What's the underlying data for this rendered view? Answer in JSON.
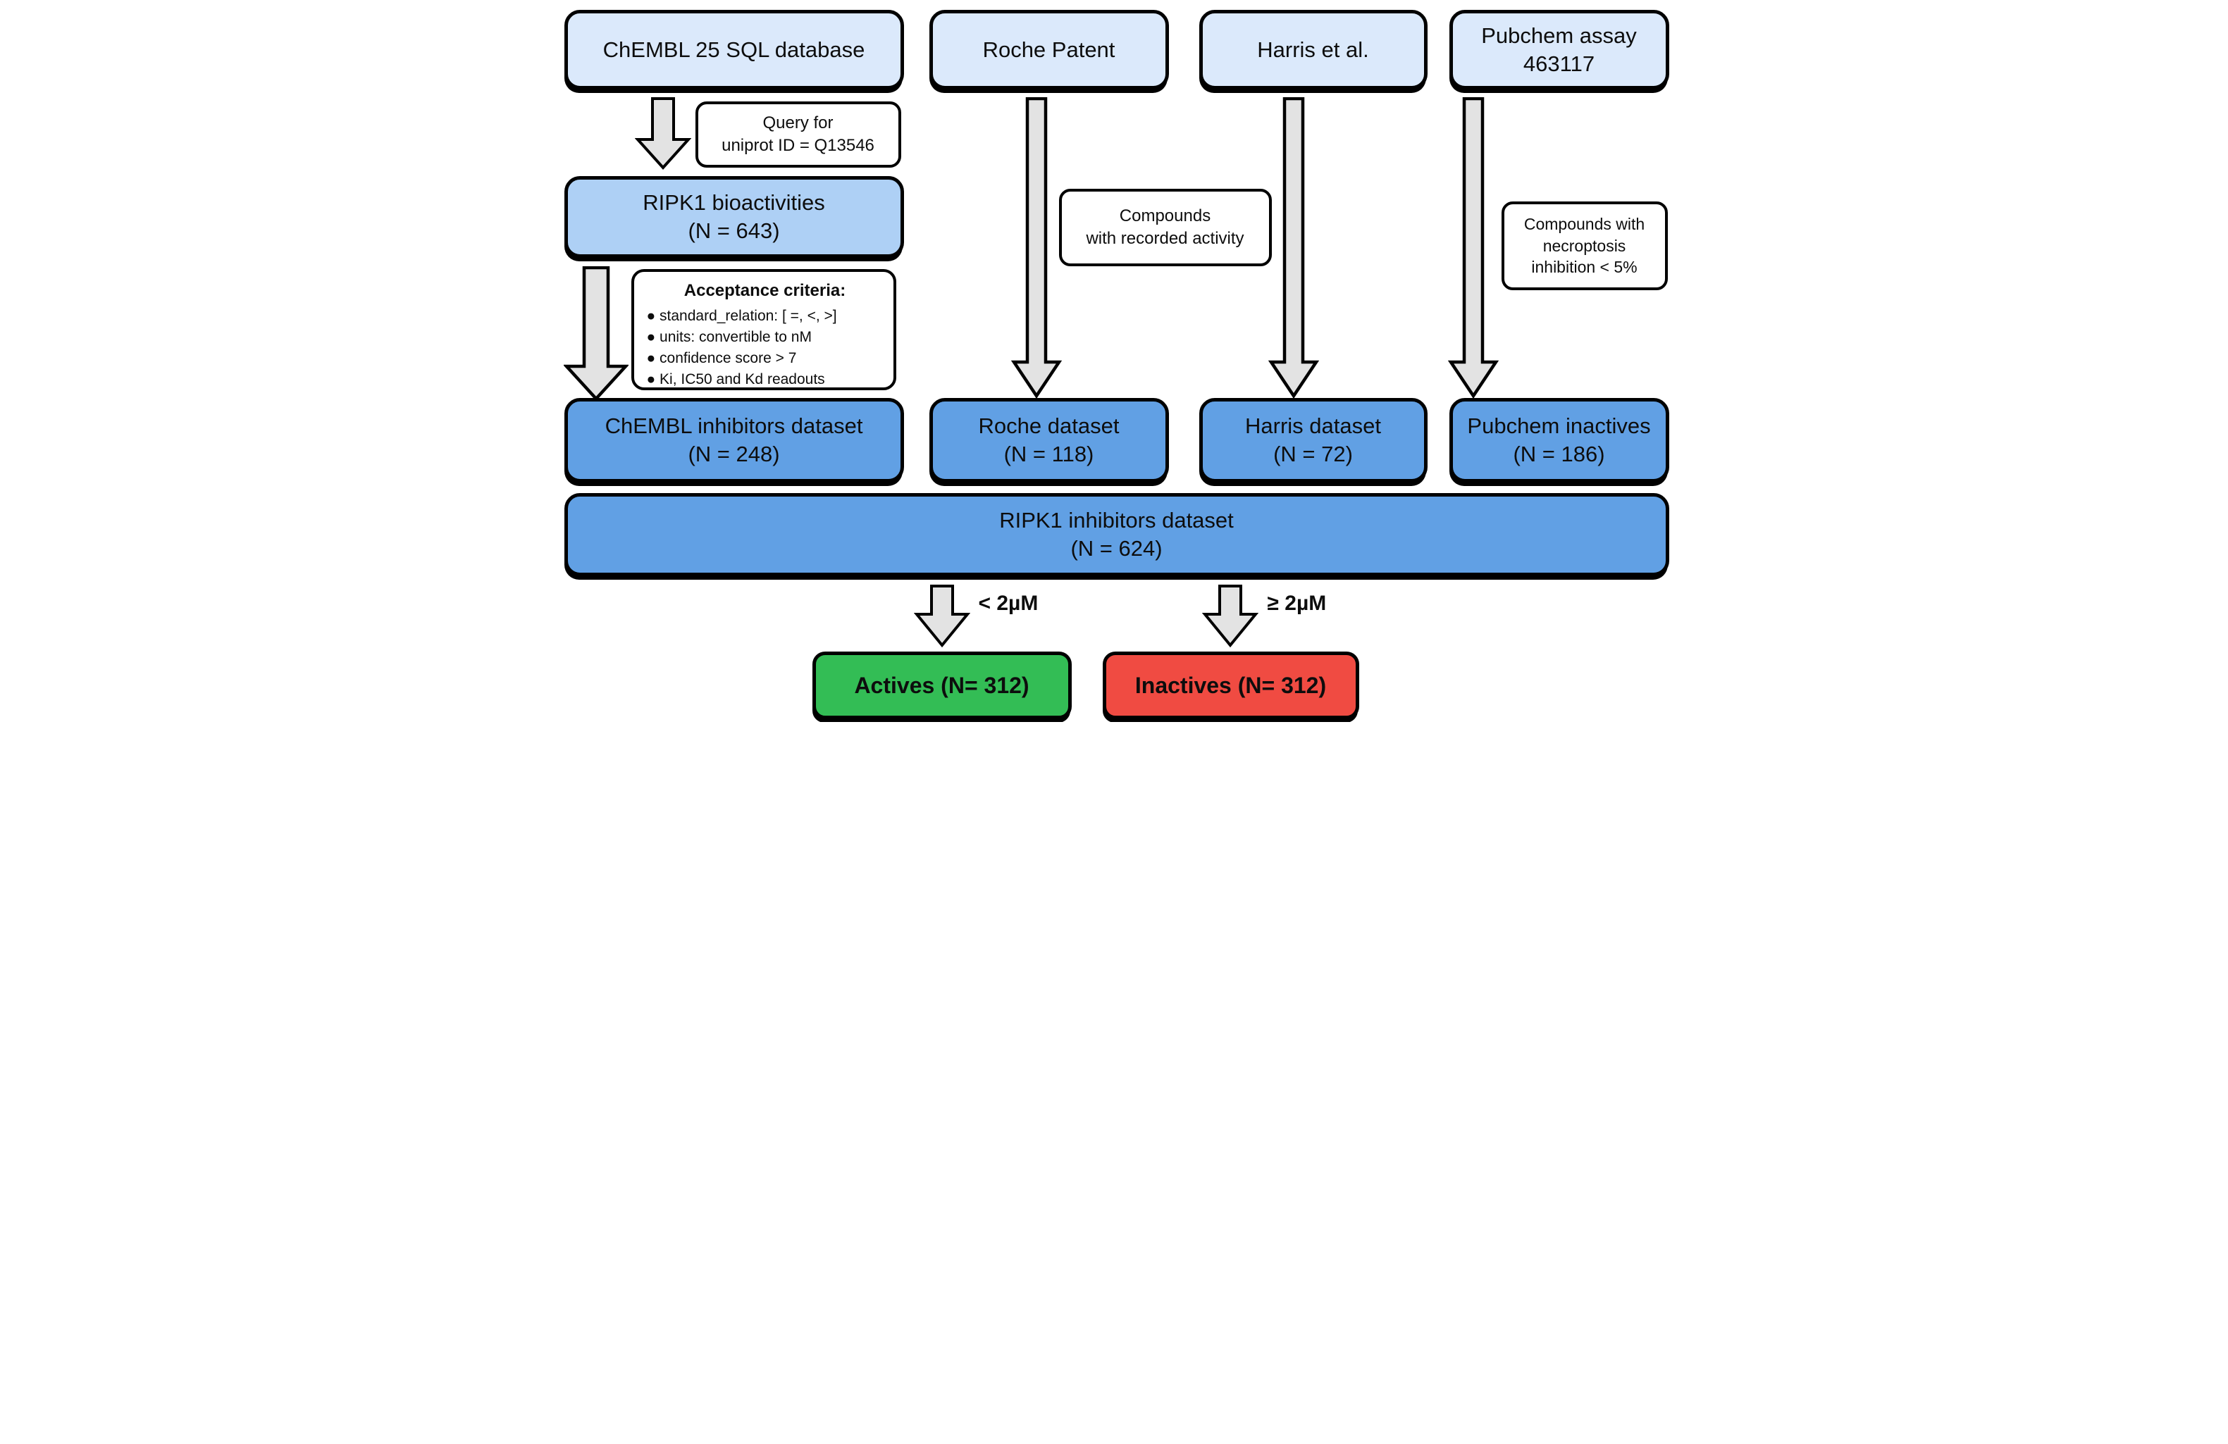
{
  "colors": {
    "source_box_fill": "#dbe9fb",
    "intermediate_box_fill": "#aed0f5",
    "dataset_box_fill": "#61a0e4",
    "actives_box_fill": "#33bd55",
    "inactives_box_fill": "#f04b42",
    "arrow_fill": "#e3e3e3",
    "outline": "#000000"
  },
  "pipeline": {
    "chembl": {
      "source": "ChEMBL 25 SQL database",
      "query_note": "Query for\nuniprot ID = Q13546",
      "bioactivities": "RIPK1 bioactivities\n(N = 643)",
      "criteria_title": "Acceptance criteria:",
      "criteria": [
        "● standard_relation: [ =, <, >]",
        "● units: convertible to nM",
        "● confidence score > 7",
        "● Ki, IC50 and Kd readouts"
      ],
      "dataset": "ChEMBL inhibitors dataset\n(N = 248)"
    },
    "roche": {
      "source": "Roche Patent",
      "note": "Compounds\nwith recorded activity",
      "dataset": "Roche dataset\n(N = 118)"
    },
    "harris": {
      "source": "Harris et al.",
      "dataset": "Harris dataset\n(N = 72)"
    },
    "pubchem": {
      "source": "Pubchem assay\n463117",
      "note": "Compounds with\nnecroptosis\ninhibition < 5%",
      "dataset": "Pubchem inactives\n(N = 186)"
    },
    "merged_dataset": "RIPK1 inhibitors dataset\n(N = 624)",
    "split": {
      "actives_threshold": "< 2µM",
      "inactives_threshold": "≥ 2µM",
      "actives": "Actives (N= 312)",
      "inactives": "Inactives (N= 312)"
    }
  }
}
